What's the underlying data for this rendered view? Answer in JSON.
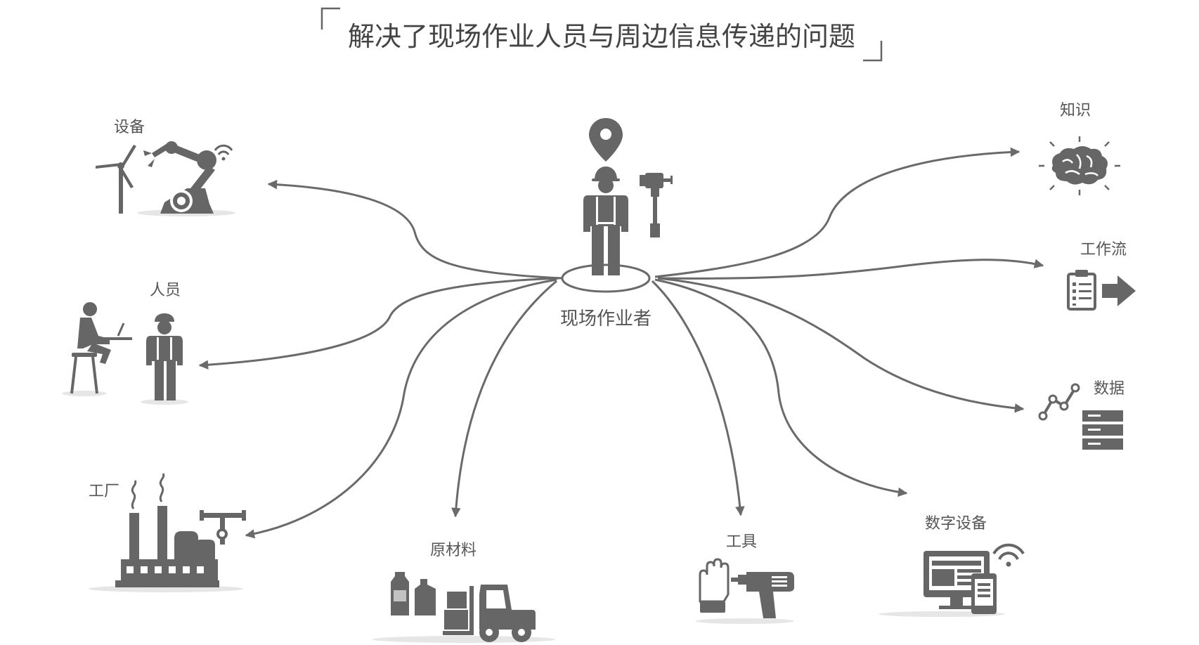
{
  "title": "解决了现场作业人员与周边信息传递的问题",
  "center": {
    "label": "现场作业者",
    "icon": "field-worker-icon"
  },
  "nodes": [
    {
      "id": "equipment",
      "label": "设备",
      "icon": "robot-arm-turbine-icon"
    },
    {
      "id": "personnel",
      "label": "人员",
      "icon": "people-icon"
    },
    {
      "id": "factory",
      "label": "工厂",
      "icon": "factory-icon"
    },
    {
      "id": "raw-materials",
      "label": "原材料",
      "icon": "forklift-barrels-icon"
    },
    {
      "id": "tools",
      "label": "工具",
      "icon": "glove-drill-icon"
    },
    {
      "id": "digital-devices",
      "label": "数字设备",
      "icon": "computer-phone-wifi-icon"
    },
    {
      "id": "data",
      "label": "数据",
      "icon": "chart-server-icon"
    },
    {
      "id": "workflow",
      "label": "工作流",
      "icon": "clipboard-arrow-icon"
    },
    {
      "id": "knowledge",
      "label": "知识",
      "icon": "brain-icon"
    }
  ],
  "colors": {
    "line": "#6a6a6a",
    "icon": "#666666",
    "text": "#555555"
  }
}
